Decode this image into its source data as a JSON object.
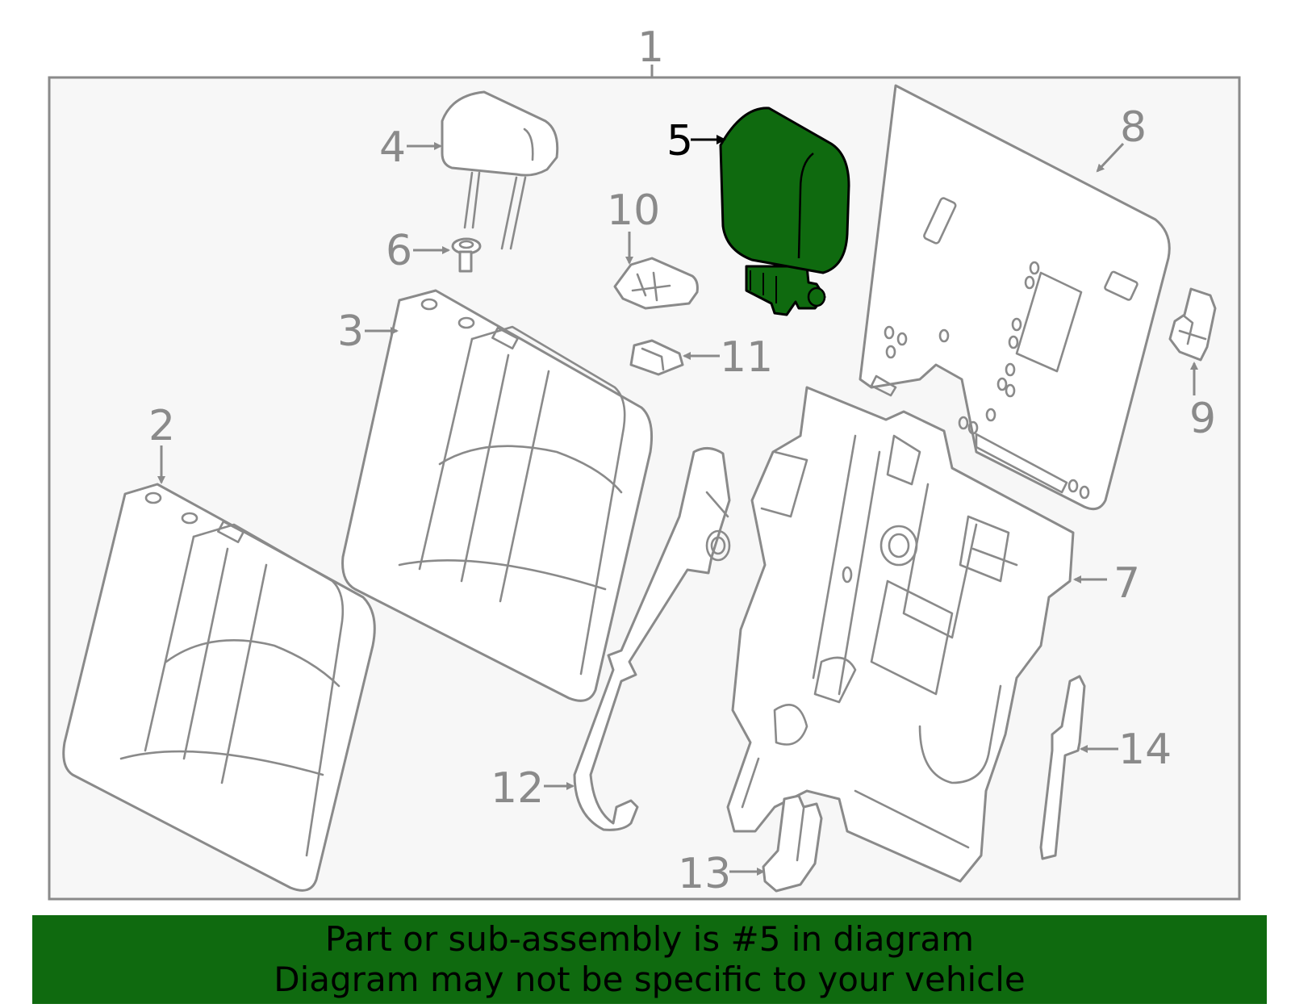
{
  "callouts": {
    "c1": "1",
    "c2": "2",
    "c3": "3",
    "c4": "4",
    "c5": "5",
    "c6": "6",
    "c7": "7",
    "c8": "8",
    "c9": "9",
    "c10": "10",
    "c11": "11",
    "c12": "12",
    "c13": "13",
    "c14": "14"
  },
  "highlight": {
    "part": "5",
    "color": "#0f6a0f"
  },
  "banner": {
    "line1": "Part or sub-assembly is #5 in diagram",
    "line2": "Diagram may not be specific to your vehicle"
  }
}
